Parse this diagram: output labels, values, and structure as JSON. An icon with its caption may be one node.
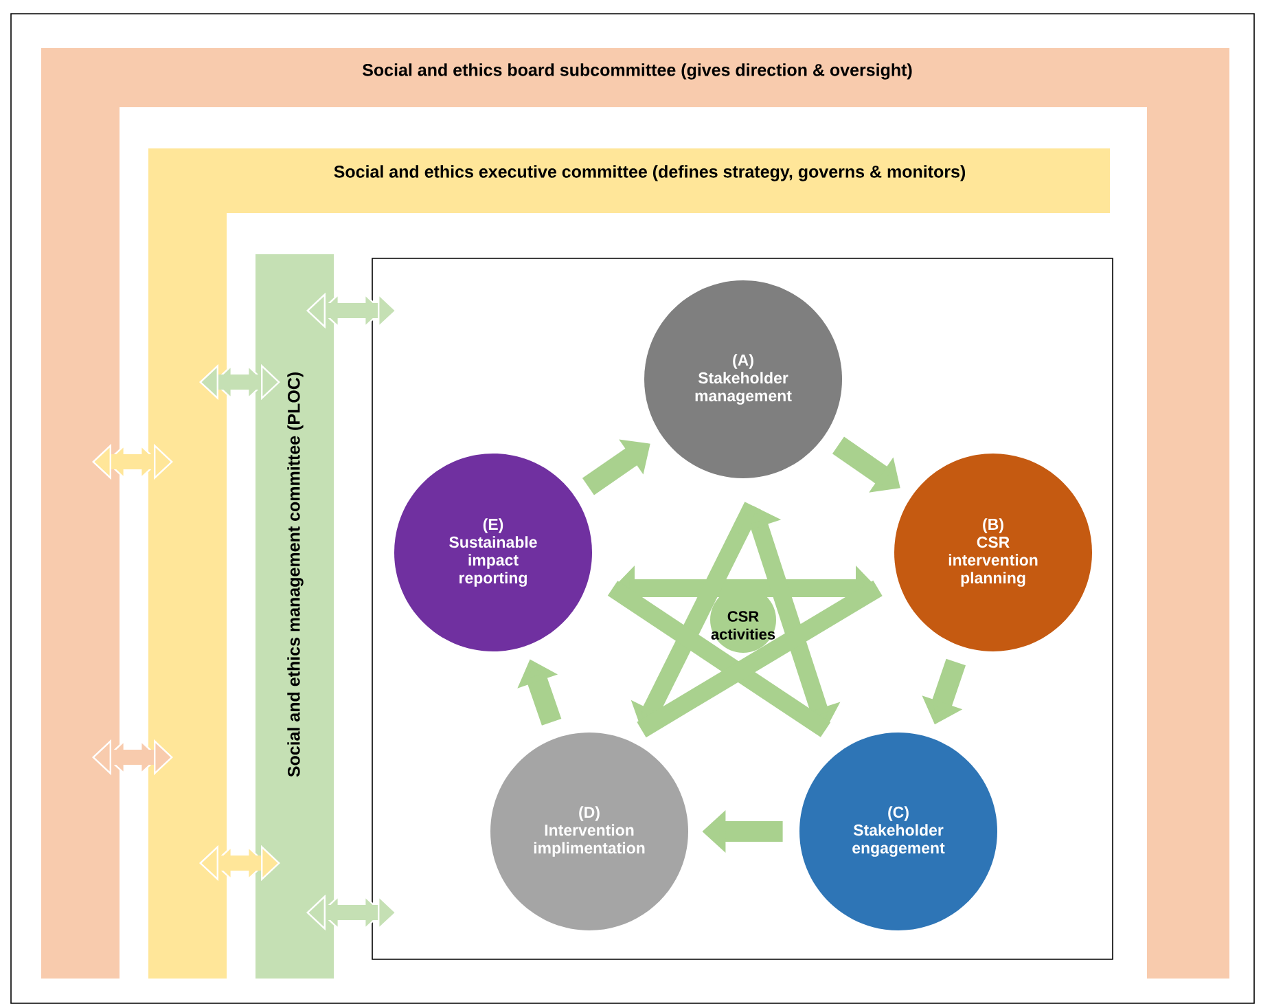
{
  "diagram": {
    "nodes": [
      {
        "text": [
          "Social and ethics board subcommittee (gives direction & oversight)"
        ]
      },
      {
        "text": [
          "Social and ethics executive committee (defines strategy, governs & monitors)"
        ]
      },
      {
        "text": [
          "Social and ethics management committee (PLOC)"
        ]
      },
      {
        "text": [],
        "shape": "box"
      },
      {
        "text": [
          "(A)",
          "Stakeholder management"
        ],
        "in": 3
      },
      {
        "text": [
          "(B)",
          "CSR intervention planning"
        ],
        "in": 3
      },
      {
        "text": [
          "(C)",
          "Stakeholder engagement"
        ],
        "in": 3
      },
      {
        "text": [
          "(D)",
          "Intervention implimentation"
        ],
        "in": 3
      },
      {
        "text": [
          "(E)",
          "Sustainable impact reporting"
        ],
        "in": 3
      },
      {
        "text": [
          "CSR activities"
        ],
        "in": 3
      }
    ],
    "edges": [
      {
        "from": 4,
        "to": 5,
        "arrow": "to"
      },
      {
        "from": 5,
        "to": 6,
        "arrow": "to"
      },
      {
        "from": 6,
        "to": 7,
        "arrow": "to"
      },
      {
        "from": 7,
        "to": 8,
        "arrow": "to"
      },
      {
        "from": 8,
        "to": 4,
        "arrow": "to"
      },
      {
        "from": 0,
        "to": 1,
        "arrow": "both",
        "color": "#ffe699"
      },
      {
        "from": 0,
        "to": 1,
        "arrow": "both",
        "color": "#f8cbad"
      },
      {
        "from": 1,
        "to": 2,
        "arrow": "both",
        "color": "#c5e0b4"
      },
      {
        "from": 1,
        "to": 2,
        "arrow": "both",
        "color": "#ffe699"
      },
      {
        "from": 2,
        "to": 3,
        "arrow": "both",
        "color": "#c5e0b4"
      },
      {
        "from": 2,
        "to": 3,
        "arrow": "both",
        "color": "#c5e0b4"
      }
    ]
  }
}
